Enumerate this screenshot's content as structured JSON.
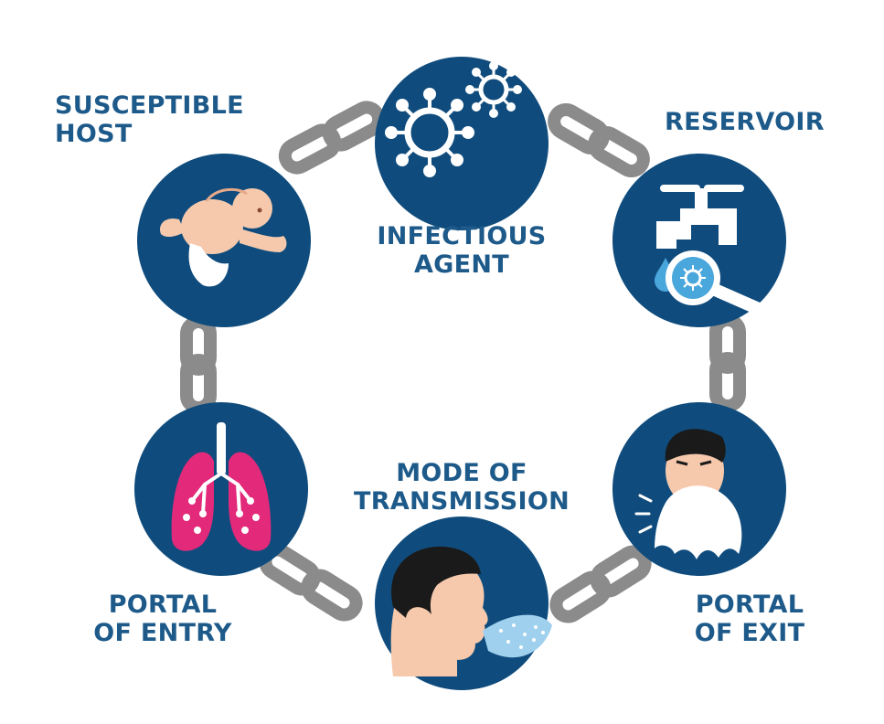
{
  "diagram": {
    "nodes": [
      {
        "id": "infectious-agent",
        "icon": "virus-icon",
        "lines": [
          "INFECTIOUS",
          "AGENT"
        ]
      },
      {
        "id": "reservoir",
        "icon": "faucet-icon",
        "lines": [
          "RESERVOIR"
        ]
      },
      {
        "id": "portal-of-exit",
        "icon": "sneezing-person-icon",
        "lines": [
          "PORTAL",
          "OF EXIT"
        ]
      },
      {
        "id": "mode-of-transmission",
        "icon": "coughing-person-icon",
        "lines": [
          "MODE OF",
          "TRANSMISSION"
        ]
      },
      {
        "id": "portal-of-entry",
        "icon": "lungs-icon",
        "lines": [
          "PORTAL",
          "OF ENTRY"
        ]
      },
      {
        "id": "susceptible-host",
        "icon": "baby-icon",
        "lines": [
          "SUSCEPTIBLE",
          "HOST"
        ]
      }
    ],
    "colors": {
      "circle": "#0f4c7d",
      "text": "#1d5a8a",
      "chain": "#8b8b8b",
      "chain_dark": "#6f6f6f",
      "accent_pink": "#e2297a",
      "skin": "#f6c9ad",
      "hair": "#1a1a1a",
      "water": "#4aa7dc"
    }
  }
}
